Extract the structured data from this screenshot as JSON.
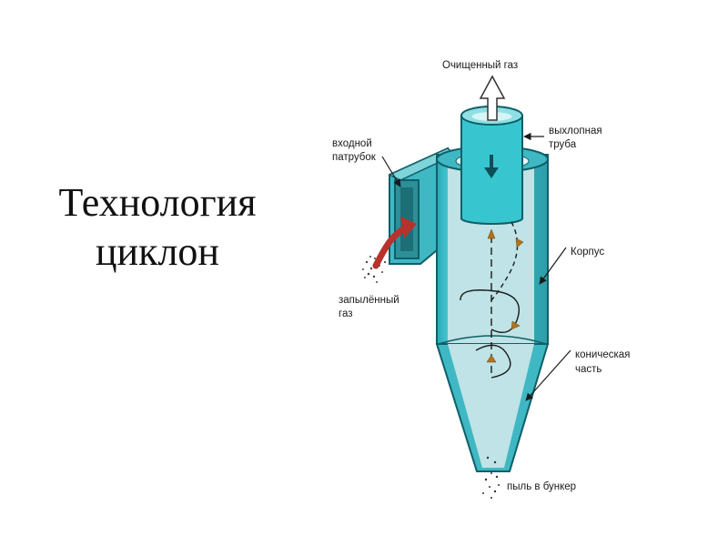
{
  "slide": {
    "title_line1": "Технология",
    "title_line2": "циклон"
  },
  "diagram": {
    "labels": {
      "clean_gas": "Очищенный газ",
      "exhaust_pipe_1": "выхлопная",
      "exhaust_pipe_2": "труба",
      "inlet_1": "входной",
      "inlet_2": "патрубок",
      "body": "Корпус",
      "dusty_gas_1": "запылённый",
      "dusty_gas_2": "газ",
      "conical_1": "коническая",
      "conical_2": "часть",
      "dust_out": "пыль в бункер"
    },
    "colors": {
      "body": "#3fb8c4",
      "body_light": "#bfe3e6",
      "body_dark": "#1e8f9a",
      "pipe": "#37c6cf",
      "outline": "#0f5f67",
      "inlet_arrow": "#b8322c",
      "flow_arrow": "#b0731f"
    }
  }
}
